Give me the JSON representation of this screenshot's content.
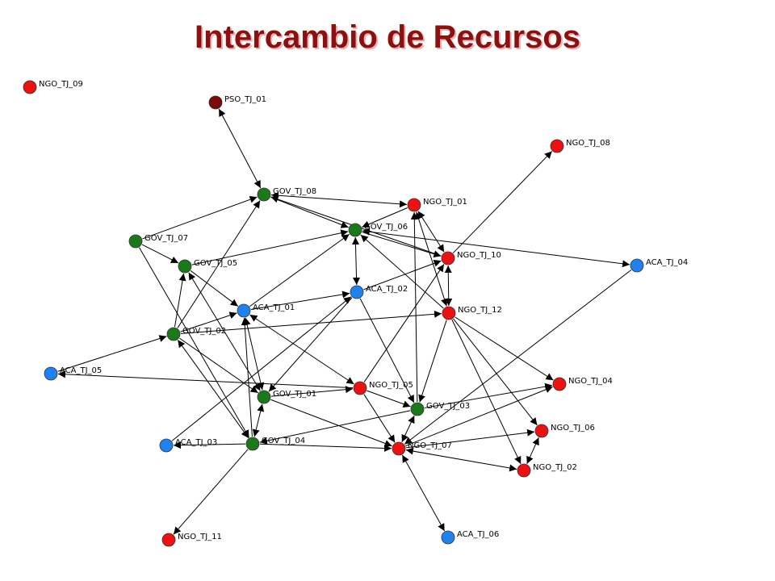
{
  "title": "Intercambio de Recursos",
  "colors": {
    "NGO": "#ee1111",
    "GOV": "#1a7a1a",
    "ACA": "#1e82f0",
    "PSO": "#7a0a0a",
    "edge": "#000000"
  },
  "nodes": [
    {
      "id": "NGO_TJ_09",
      "label": "NGO_TJ_09",
      "type": "NGO"
    },
    {
      "id": "PSO_TJ_01",
      "label": "PSO_TJ_01",
      "type": "PSO"
    },
    {
      "id": "NGO_TJ_08",
      "label": "NGO_TJ_08",
      "type": "NGO"
    },
    {
      "id": "GOV_TJ_08",
      "label": "GOV_TJ_08",
      "type": "GOV"
    },
    {
      "id": "NGO_TJ_01",
      "label": "NGO_TJ_01",
      "type": "NGO"
    },
    {
      "id": "GOV_TJ_06",
      "label": "GOV_TJ_06",
      "type": "GOV"
    },
    {
      "id": "GOV_TJ_07",
      "label": "GOV_TJ_07",
      "type": "GOV"
    },
    {
      "id": "GOV_TJ_05",
      "label": "GOV_TJ_05",
      "type": "GOV"
    },
    {
      "id": "NGO_TJ_10",
      "label": "NGO_TJ_10",
      "type": "NGO"
    },
    {
      "id": "ACA_TJ_04",
      "label": "ACA_TJ_04",
      "type": "ACA"
    },
    {
      "id": "ACA_TJ_02",
      "label": "ACA_TJ_02",
      "type": "ACA"
    },
    {
      "id": "ACA_TJ_01",
      "label": "ACA_TJ_01",
      "type": "ACA"
    },
    {
      "id": "NGO_TJ_12",
      "label": "NGO_TJ_12",
      "type": "NGO"
    },
    {
      "id": "GOV_TJ_02",
      "label": "GOV_TJ_02",
      "type": "GOV"
    },
    {
      "id": "ACA_TJ_05",
      "label": "ACA_TJ_05",
      "type": "ACA"
    },
    {
      "id": "NGO_TJ_05",
      "label": "NGO_TJ_05",
      "type": "NGO"
    },
    {
      "id": "NGO_TJ_04",
      "label": "NGO_TJ_04",
      "type": "NGO"
    },
    {
      "id": "GOV_TJ_01",
      "label": "GOV_TJ_01",
      "type": "GOV"
    },
    {
      "id": "GOV_TJ_03",
      "label": "GOV_TJ_03",
      "type": "GOV"
    },
    {
      "id": "NGO_TJ_06",
      "label": "NGO_TJ_06",
      "type": "NGO"
    },
    {
      "id": "ACA_TJ_03",
      "label": "ACA_TJ_03",
      "type": "ACA"
    },
    {
      "id": "GOV_TJ_04",
      "label": "GOV_TJ_04",
      "type": "GOV"
    },
    {
      "id": "NGO_TJ_07",
      "label": "NGO_TJ_07",
      "type": "NGO"
    },
    {
      "id": "NGO_TJ_02",
      "label": "NGO_TJ_02",
      "type": "NGO"
    },
    {
      "id": "NGO_TJ_11",
      "label": "NGO_TJ_11",
      "type": "NGO"
    },
    {
      "id": "ACA_TJ_06",
      "label": "ACA_TJ_06",
      "type": "ACA"
    }
  ],
  "edges": [
    {
      "from": "PSO_TJ_01",
      "to": "GOV_TJ_08",
      "both": true
    },
    {
      "from": "GOV_TJ_07",
      "to": "GOV_TJ_08",
      "both": false
    },
    {
      "from": "GOV_TJ_02",
      "to": "GOV_TJ_08",
      "both": false
    },
    {
      "from": "GOV_TJ_05",
      "to": "GOV_TJ_06",
      "both": false
    },
    {
      "from": "GOV_TJ_08",
      "to": "NGO_TJ_01",
      "both": true
    },
    {
      "from": "GOV_TJ_08",
      "to": "GOV_TJ_06",
      "both": false
    },
    {
      "from": "NGO_TJ_10",
      "to": "GOV_TJ_08",
      "both": false
    },
    {
      "from": "NGO_TJ_01",
      "to": "GOV_TJ_06",
      "both": false
    },
    {
      "from": "GOV_TJ_06",
      "to": "NGO_TJ_10",
      "both": false
    },
    {
      "from": "GOV_TJ_06",
      "to": "ACA_TJ_04",
      "both": true
    },
    {
      "from": "GOV_TJ_06",
      "to": "ACA_TJ_02",
      "both": true
    },
    {
      "from": "ACA_TJ_01",
      "to": "GOV_TJ_06",
      "both": false
    },
    {
      "from": "NGO_TJ_12",
      "to": "GOV_TJ_06",
      "both": false
    },
    {
      "from": "NGO_TJ_01",
      "to": "NGO_TJ_10",
      "both": true
    },
    {
      "from": "NGO_TJ_01",
      "to": "NGO_TJ_12",
      "both": true
    },
    {
      "from": "NGO_TJ_10",
      "to": "NGO_TJ_08",
      "both": false
    },
    {
      "from": "GOV_TJ_03",
      "to": "NGO_TJ_01",
      "both": false
    },
    {
      "from": "NGO_TJ_10",
      "to": "NGO_TJ_12",
      "both": true
    },
    {
      "from": "ACA_TJ_02",
      "to": "NGO_TJ_10",
      "both": false
    },
    {
      "from": "NGO_TJ_05",
      "to": "NGO_TJ_10",
      "both": false
    },
    {
      "from": "GOV_TJ_07",
      "to": "GOV_TJ_05",
      "both": false
    },
    {
      "from": "GOV_TJ_07",
      "to": "GOV_TJ_04",
      "both": false
    },
    {
      "from": "GOV_TJ_05",
      "to": "ACA_TJ_01",
      "both": false
    },
    {
      "from": "GOV_TJ_05",
      "to": "GOV_TJ_01",
      "both": true
    },
    {
      "from": "GOV_TJ_02",
      "to": "GOV_TJ_05",
      "both": false
    },
    {
      "from": "ACA_TJ_01",
      "to": "ACA_TJ_02",
      "both": false
    },
    {
      "from": "ACA_TJ_01",
      "to": "GOV_TJ_01",
      "both": true
    },
    {
      "from": "ACA_TJ_01",
      "to": "NGO_TJ_05",
      "both": true
    },
    {
      "from": "GOV_TJ_02",
      "to": "ACA_TJ_01",
      "both": false
    },
    {
      "from": "GOV_TJ_04",
      "to": "ACA_TJ_01",
      "both": false
    },
    {
      "from": "ACA_TJ_02",
      "to": "GOV_TJ_01",
      "both": false
    },
    {
      "from": "ACA_TJ_03",
      "to": "ACA_TJ_02",
      "both": false
    },
    {
      "from": "ACA_TJ_02",
      "to": "GOV_TJ_03",
      "both": false
    },
    {
      "from": "GOV_TJ_02",
      "to": "NGO_TJ_12",
      "both": false
    },
    {
      "from": "NGO_TJ_12",
      "to": "GOV_TJ_03",
      "both": false
    },
    {
      "from": "NGO_TJ_12",
      "to": "NGO_TJ_04",
      "both": false
    },
    {
      "from": "NGO_TJ_12",
      "to": "NGO_TJ_06",
      "both": false
    },
    {
      "from": "NGO_TJ_12",
      "to": "NGO_TJ_02",
      "both": false
    },
    {
      "from": "ACA_TJ_05",
      "to": "GOV_TJ_02",
      "both": false
    },
    {
      "from": "GOV_TJ_02",
      "to": "GOV_TJ_01",
      "both": false
    },
    {
      "from": "GOV_TJ_02",
      "to": "GOV_TJ_04",
      "both": true
    },
    {
      "from": "NGO_TJ_05",
      "to": "ACA_TJ_05",
      "both": false
    },
    {
      "from": "GOV_TJ_01",
      "to": "NGO_TJ_05",
      "both": false
    },
    {
      "from": "NGO_TJ_05",
      "to": "GOV_TJ_03",
      "both": false
    },
    {
      "from": "NGO_TJ_05",
      "to": "NGO_TJ_07",
      "both": false
    },
    {
      "from": "GOV_TJ_01",
      "to": "GOV_TJ_04",
      "both": true
    },
    {
      "from": "GOV_TJ_01",
      "to": "NGO_TJ_07",
      "both": false
    },
    {
      "from": "ACA_TJ_04",
      "to": "NGO_TJ_07",
      "both": false
    },
    {
      "from": "GOV_TJ_03",
      "to": "GOV_TJ_04",
      "both": false
    },
    {
      "from": "GOV_TJ_03",
      "to": "NGO_TJ_07",
      "both": true
    },
    {
      "from": "GOV_TJ_03",
      "to": "NGO_TJ_04",
      "both": false
    },
    {
      "from": "NGO_TJ_07",
      "to": "NGO_TJ_04",
      "both": false
    },
    {
      "from": "NGO_TJ_07",
      "to": "NGO_TJ_06",
      "both": false
    },
    {
      "from": "NGO_TJ_07",
      "to": "NGO_TJ_02",
      "both": true
    },
    {
      "from": "NGO_TJ_06",
      "to": "NGO_TJ_02",
      "both": true
    },
    {
      "from": "GOV_TJ_04",
      "to": "NGO_TJ_07",
      "both": false
    },
    {
      "from": "GOV_TJ_04",
      "to": "ACA_TJ_03",
      "both": false
    },
    {
      "from": "GOV_TJ_04",
      "to": "NGO_TJ_11",
      "both": false
    },
    {
      "from": "NGO_TJ_07",
      "to": "ACA_TJ_06",
      "both": true
    }
  ]
}
